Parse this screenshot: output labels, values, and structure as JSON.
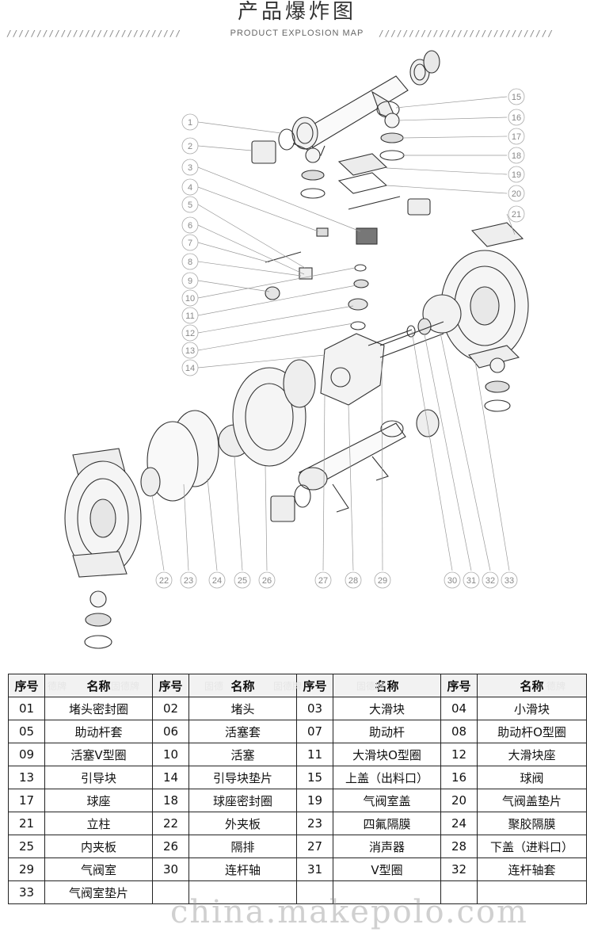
{
  "header": {
    "title": "产品爆炸图",
    "subtitle": "PRODUCT EXPLOSION MAP",
    "slashes": "/////////////////////////////"
  },
  "callouts": [
    "1",
    "2",
    "3",
    "4",
    "5",
    "6",
    "7",
    "8",
    "9",
    "10",
    "11",
    "12",
    "13",
    "14",
    "15",
    "16",
    "17",
    "18",
    "19",
    "20",
    "21",
    "22",
    "23",
    "24",
    "25",
    "26",
    "27",
    "28",
    "29",
    "30",
    "31",
    "32",
    "33"
  ],
  "table": {
    "headers": [
      "序号",
      "名称",
      "序号",
      "名称",
      "序号",
      "名称",
      "序号",
      "名称"
    ],
    "rows": [
      [
        {
          "no": "01",
          "name": "堵头密封圈"
        },
        {
          "no": "02",
          "name": "堵头"
        },
        {
          "no": "03",
          "name": "大滑块"
        },
        {
          "no": "04",
          "name": "小滑块"
        }
      ],
      [
        {
          "no": "05",
          "name": "助动杆套"
        },
        {
          "no": "06",
          "name": "活塞套"
        },
        {
          "no": "07",
          "name": "助动杆"
        },
        {
          "no": "08",
          "name": "助动杆O型圈"
        }
      ],
      [
        {
          "no": "09",
          "name": "活塞V型圈"
        },
        {
          "no": "10",
          "name": "活塞"
        },
        {
          "no": "11",
          "name": "大滑块O型圈"
        },
        {
          "no": "12",
          "name": "大滑块座"
        }
      ],
      [
        {
          "no": "13",
          "name": "引导块"
        },
        {
          "no": "14",
          "name": "引导块垫片"
        },
        {
          "no": "15",
          "name": "上盖（出料口）"
        },
        {
          "no": "16",
          "name": "球阀"
        }
      ],
      [
        {
          "no": "17",
          "name": "球座"
        },
        {
          "no": "18",
          "name": "球座密封圈"
        },
        {
          "no": "19",
          "name": "气阀室盖"
        },
        {
          "no": "20",
          "name": "气阀盖垫片"
        }
      ],
      [
        {
          "no": "21",
          "name": "立柱"
        },
        {
          "no": "22",
          "name": "外夹板"
        },
        {
          "no": "23",
          "name": "四氟隔膜"
        },
        {
          "no": "24",
          "name": "聚胶隔膜"
        }
      ],
      [
        {
          "no": "25",
          "name": "内夹板"
        },
        {
          "no": "26",
          "name": "隔排"
        },
        {
          "no": "27",
          "name": "消声器"
        },
        {
          "no": "28",
          "name": "下盖（进料口）"
        }
      ],
      [
        {
          "no": "29",
          "name": "气阀室"
        },
        {
          "no": "30",
          "name": "连杆轴"
        },
        {
          "no": "31",
          "name": "V型圈"
        },
        {
          "no": "32",
          "name": "连杆轴套"
        }
      ],
      [
        {
          "no": "33",
          "name": "气阀室垫片"
        },
        {
          "no": "",
          "name": ""
        },
        {
          "no": "",
          "name": ""
        },
        {
          "no": "",
          "name": ""
        }
      ]
    ]
  },
  "watermarks": {
    "header_marks": [
      "德牌",
      "固德牌",
      "固德",
      "固德牌",
      "固德牌",
      "德牌"
    ],
    "footer": "china.makepolo.com"
  }
}
